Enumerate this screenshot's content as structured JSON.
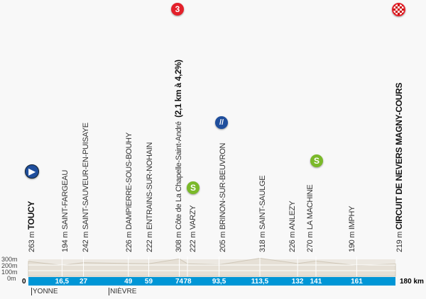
{
  "chart_data": {
    "type": "area",
    "title": "",
    "xlabel": "km",
    "ylabel": "m",
    "xlim": [
      0,
      180
    ],
    "ylim": [
      0,
      300
    ],
    "y_ticks": [
      "300m",
      "200m",
      "100m",
      "0m"
    ],
    "start_label": "0",
    "end_label": "180 km",
    "km_ticks": [
      "16,5",
      "27",
      "49",
      "59",
      "74",
      "78",
      "93,5",
      "113,5",
      "132",
      "141",
      "161"
    ],
    "km_values": [
      16.5,
      27,
      49,
      59,
      74,
      78,
      93.5,
      113.5,
      132,
      141,
      161
    ],
    "profile": [
      [
        0,
        263
      ],
      [
        16.5,
        194
      ],
      [
        27,
        242
      ],
      [
        49,
        226
      ],
      [
        59,
        222
      ],
      [
        74,
        308
      ],
      [
        78,
        222
      ],
      [
        93.5,
        205
      ],
      [
        113.5,
        318
      ],
      [
        132,
        226
      ],
      [
        141,
        270
      ],
      [
        161,
        190
      ],
      [
        180,
        219
      ]
    ],
    "departments": [
      {
        "name": "|YONNE",
        "km": 0
      },
      {
        "name": "|NIÈVRE",
        "km": 38
      }
    ],
    "places": [
      {
        "alt": "263 m",
        "name": "TOUCY",
        "bold": true,
        "icon": "start"
      },
      {
        "alt": "194 m",
        "name": "SAINT-FARGEAU"
      },
      {
        "alt": "242 m",
        "name": "SAINT-SAUVEUR-EN-PUISAYE"
      },
      {
        "alt": "226 m",
        "name": "DAMPIERRE-SOUS-BOUHY"
      },
      {
        "alt": "222 m",
        "name": "ENTRAINS-SUR-NOHAIN"
      },
      {
        "alt": "308 m",
        "name": "Côte de La Chapelle-Saint-André",
        "extra": "(2,1 km à 4,2%)",
        "icon": "kom-3"
      },
      {
        "alt": "222 m",
        "name": "VARZY",
        "icon": "sprint"
      },
      {
        "alt": "205 m",
        "name": "BRINON-SUR-BEUVRON",
        "icon": "feed-zone"
      },
      {
        "alt": "318 m",
        "name": "SAINT-SAULGE"
      },
      {
        "alt": "226 m",
        "name": "ANLEZY"
      },
      {
        "alt": "270 m",
        "name": "LA MACHINE",
        "icon": "sprint"
      },
      {
        "alt": "190 m",
        "name": "IMPHY"
      },
      {
        "alt": "219 m",
        "name": "CIRCUIT DE NEVERS MAGNY-COURS",
        "bold": true,
        "icon": "finish"
      }
    ],
    "icons": {
      "kom_number": "3",
      "sprint_letter": "S"
    },
    "colors": {
      "bar": "#0096d6",
      "kom": "#e3202a",
      "sprint": "#7ab929",
      "start": "#1f4e9c",
      "profile": "#e6e0d6"
    }
  }
}
